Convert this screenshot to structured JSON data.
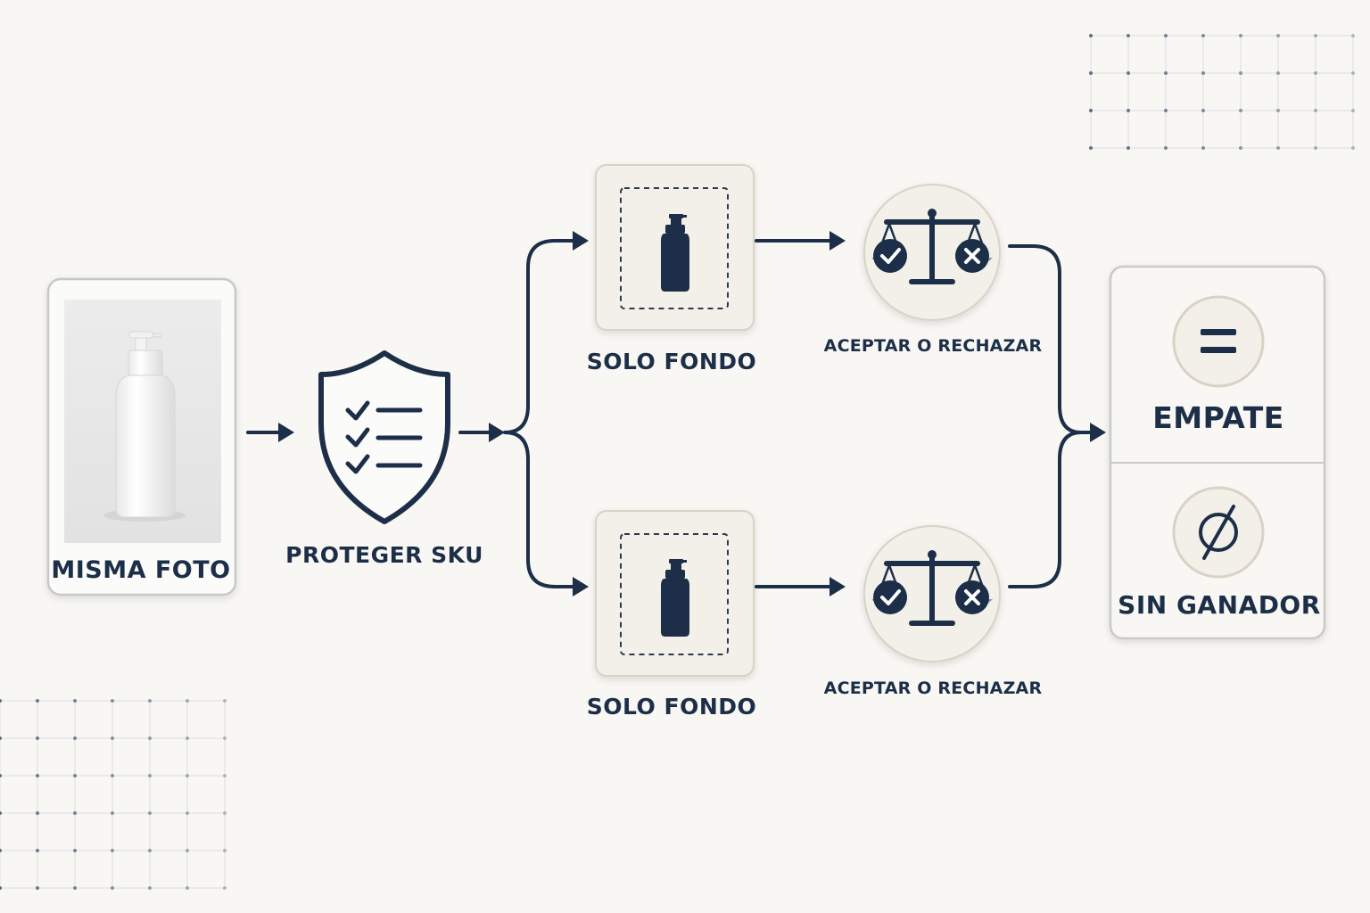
{
  "source": {
    "label": "MISMA FOTO"
  },
  "shield": {
    "label": "PROTEGER SKU",
    "icon": "shield-checklist-icon"
  },
  "branches": [
    {
      "edit_label": "SOLO FONDO",
      "judge_label": "ACEPTAR O RECHAZAR"
    },
    {
      "edit_label": "SOLO FONDO",
      "judge_label": "ACEPTAR O RECHAZAR"
    }
  ],
  "outcome": {
    "tie_label": "EMPATE",
    "tie_icon": "equals-icon",
    "none_label": "SIN GANADOR",
    "none_icon": "empty-set-icon"
  },
  "colors": {
    "ink": "#1c2e48",
    "card_fill": "#f3f0e9",
    "card_border": "#d9d2c5",
    "background": "#f8f7f4"
  }
}
